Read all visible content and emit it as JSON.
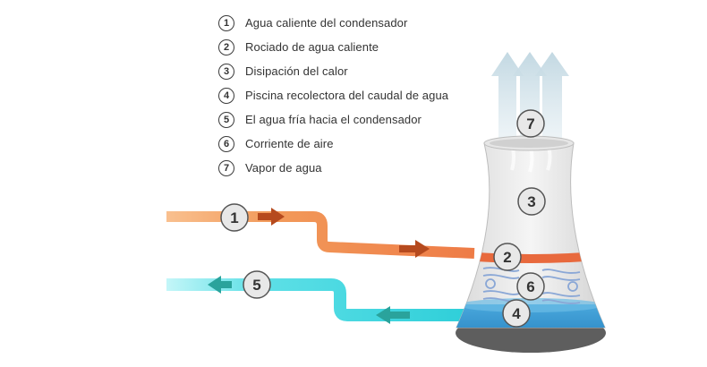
{
  "legend": {
    "items": [
      {
        "num": "1",
        "label": "Agua caliente del condensador"
      },
      {
        "num": "2",
        "label": "Rociado de agua caliente"
      },
      {
        "num": "3",
        "label": "Disipación del calor"
      },
      {
        "num": "4",
        "label": "Piscina recolectora del caudal de agua"
      },
      {
        "num": "5",
        "label": "El agua fría hacia el condensador"
      },
      {
        "num": "6",
        "label": "Corriente de aire"
      },
      {
        "num": "7",
        "label": "Vapor de agua"
      }
    ]
  },
  "badges": {
    "hot_inlet": "1",
    "spray": "2",
    "heat": "3",
    "basin": "4",
    "cold_outlet": "5",
    "airflow": "6",
    "vapor": "7"
  },
  "colors": {
    "hot_water": "#ec6a3b",
    "hot_water_light": "#f9c08f",
    "cold_water": "#35d3dd",
    "cold_water_light": "#b9f4f7",
    "arrow_hot": "#b64a1e",
    "arrow_cold": "#2aa39c",
    "basin": "#2f93d0",
    "vapor": "#c9dde6"
  }
}
